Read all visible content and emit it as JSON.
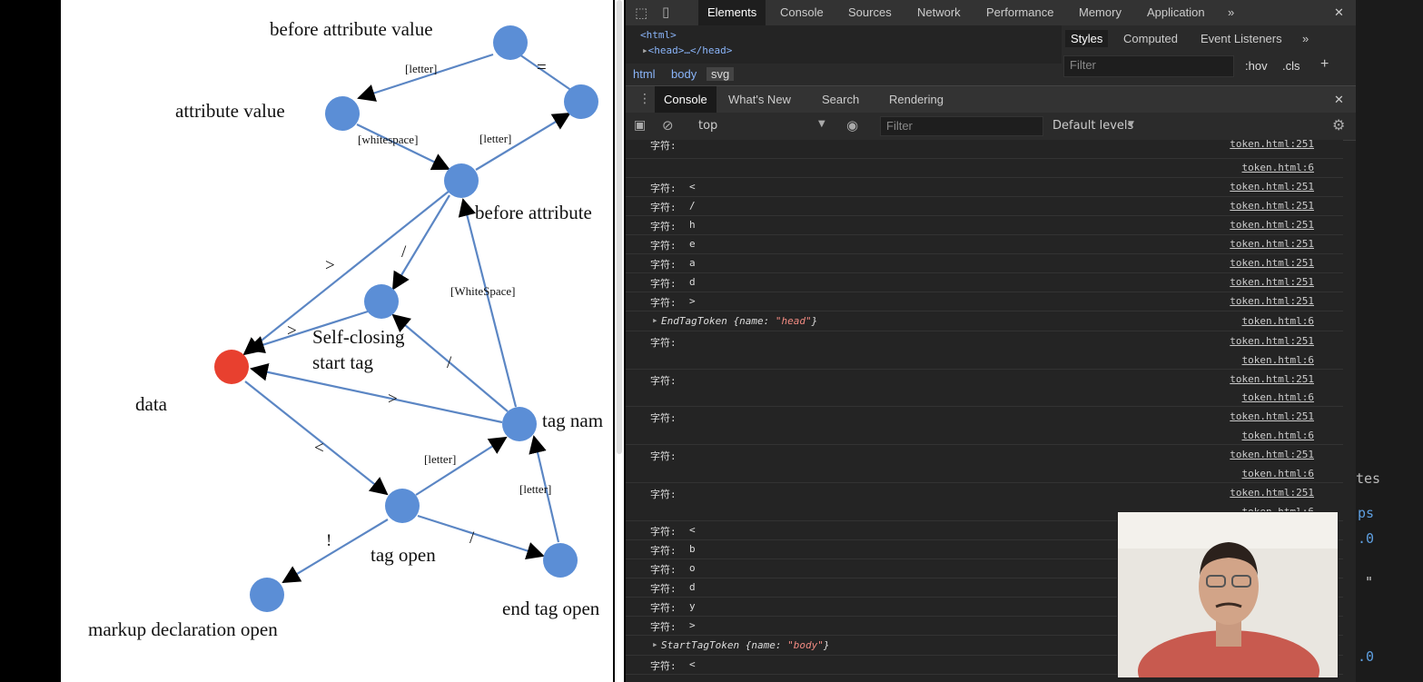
{
  "diagram": {
    "node_labels": {
      "before_attribute_value": "before attribute value",
      "attribute_value": "attribute value",
      "before_attribute": "before attribute",
      "self_closing": [
        "Self-closing",
        "start tag"
      ],
      "data": "data",
      "tag_name": "tag nam",
      "tag_open": "tag open",
      "markup_declaration_open": "markup declaration open",
      "end_tag_open": "end tag open"
    },
    "edge_labels": {
      "letter": "[letter]",
      "whitespace": "[whitespace]",
      "WhiteSpace": "[WhiteSpace]",
      "gt": ">",
      "slash": "/",
      "lt": "<",
      "bang": "!",
      "eq": "="
    },
    "colors": {
      "node": "#5b8ed6",
      "data_node": "#e8402f",
      "edge": "#5b86c4"
    }
  },
  "devtools": {
    "main_tabs": [
      "Elements",
      "Console",
      "Sources",
      "Network",
      "Performance",
      "Memory",
      "Application"
    ],
    "more_tabs": "»",
    "close": "✕",
    "dom": {
      "html": "<html>",
      "head": "<head>…</head>"
    },
    "breadcrumbs": [
      "html",
      "body",
      "svg"
    ],
    "styles_tabs": [
      "Styles",
      "Computed",
      "Event Listeners"
    ],
    "styles_filter_placeholder": "Filter",
    "hov": ":hov",
    "cls": ".cls",
    "plus": "+",
    "drawer_tabs": [
      "Console",
      "What's New",
      "Search",
      "Rendering"
    ],
    "context": "top",
    "console_filter_placeholder": "Filter",
    "levels": "Default levels"
  },
  "console": {
    "prefix": "字符:",
    "src_251": "token.html:251",
    "src_6": "token.html:6",
    "chars_head": [
      "<",
      "/",
      "h",
      "e",
      "a",
      "d",
      ">"
    ],
    "end_tag_token": {
      "type": "EndTagToken",
      "open": " {name: ",
      "value": "\"head\"",
      "close": "}"
    },
    "chars_body": [
      "<",
      "b",
      "o",
      "d",
      "y",
      ">"
    ],
    "start_tag_token": {
      "type": "StartTagToken",
      "open": " {name: ",
      "value": "\"body\"",
      "close": "}"
    },
    "last_char": "<"
  },
  "right_strip": {
    "t1": "tes",
    "t2": "ps",
    "t3": ".0",
    "t4": "\"",
    "t5": ".0"
  }
}
